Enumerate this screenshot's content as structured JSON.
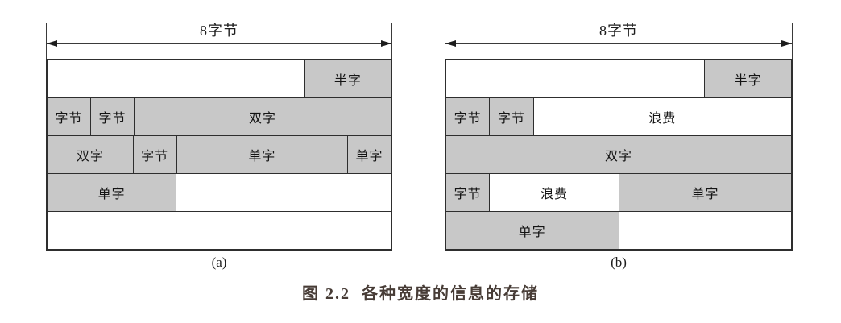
{
  "figure": {
    "dimension_label": "8字节",
    "caption": "图 2.2  各种宽度的信息的存储",
    "colors": {
      "cell_gray": "#c8c8c8",
      "cell_white": "#ffffff",
      "line": "#2e2e2e",
      "text": "#141414",
      "caption_text": "#473c36"
    },
    "diagrams": [
      {
        "id": "a",
        "label": "(a)",
        "rows": [
          [
            {
              "label": "",
              "span": 6,
              "fill": "white"
            },
            {
              "label": "半字",
              "span": 2,
              "fill": "gray"
            }
          ],
          [
            {
              "label": "字节",
              "span": 1,
              "fill": "gray"
            },
            {
              "label": "字节",
              "span": 1,
              "fill": "gray"
            },
            {
              "label": "双字",
              "span": 6,
              "fill": "gray"
            }
          ],
          [
            {
              "label": "双字",
              "span": 2,
              "fill": "gray"
            },
            {
              "label": "字节",
              "span": 1,
              "fill": "gray"
            },
            {
              "label": "单字",
              "span": 4,
              "fill": "gray"
            },
            {
              "label": "单字",
              "span": 1,
              "fill": "gray"
            }
          ],
          [
            {
              "label": "单字",
              "span": 3,
              "fill": "gray"
            },
            {
              "label": "",
              "span": 5,
              "fill": "white"
            }
          ],
          [
            {
              "label": "",
              "span": 8,
              "fill": "white"
            }
          ]
        ]
      },
      {
        "id": "b",
        "label": "(b)",
        "rows": [
          [
            {
              "label": "",
              "span": 6,
              "fill": "white"
            },
            {
              "label": "半字",
              "span": 2,
              "fill": "gray"
            }
          ],
          [
            {
              "label": "字节",
              "span": 1,
              "fill": "gray"
            },
            {
              "label": "字节",
              "span": 1,
              "fill": "gray"
            },
            {
              "label": "浪费",
              "span": 6,
              "fill": "white"
            }
          ],
          [
            {
              "label": "双字",
              "span": 8,
              "fill": "gray"
            }
          ],
          [
            {
              "label": "字节",
              "span": 1,
              "fill": "gray"
            },
            {
              "label": "浪费",
              "span": 3,
              "fill": "white"
            },
            {
              "label": "单字",
              "span": 4,
              "fill": "gray"
            }
          ],
          [
            {
              "label": "单字",
              "span": 4,
              "fill": "gray"
            },
            {
              "label": "",
              "span": 4,
              "fill": "white"
            }
          ]
        ]
      }
    ]
  }
}
